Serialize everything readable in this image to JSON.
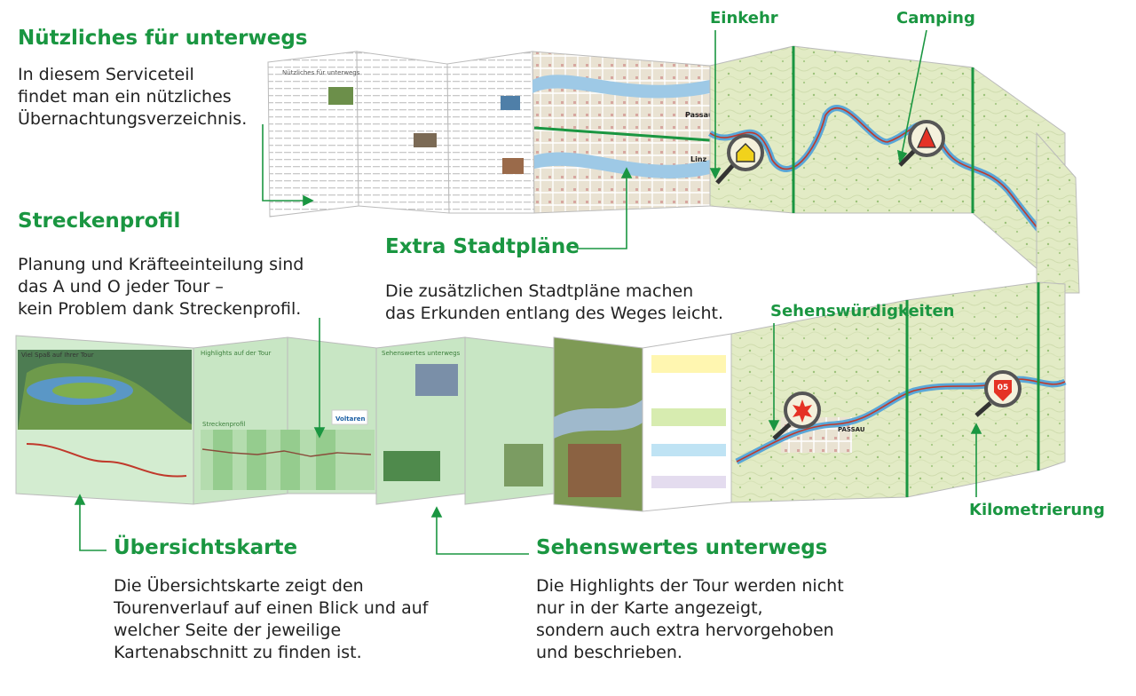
{
  "callouts": {
    "nuetzliches": {
      "title": "Nützliches für unterwegs",
      "lines": [
        "In diesem Serviceteil",
        "findet man ein nützliches",
        "Übernachtungsverzeichnis."
      ]
    },
    "streckenprofil": {
      "title": "Streckenprofil",
      "lines": [
        "Planung und Kräfteeinteilung sind",
        "das A und O jeder Tour –",
        "kein Problem dank Streckenprofil."
      ]
    },
    "stadtplaene": {
      "title": "Extra Stadtpläne",
      "lines": [
        "Die zusätzlichen Stadtpläne machen",
        "das Erkunden entlang des Weges leicht."
      ]
    },
    "uebersichtskarte": {
      "title": "Übersichtskarte",
      "lines": [
        "Die Übersichtskarte zeigt den",
        "Tourenverlauf auf einen Blick und auf",
        "welcher Seite der jeweilige",
        "Kartenabschnitt zu finden ist."
      ]
    },
    "sehenswertes": {
      "title": "Sehenswertes unterwegs",
      "lines": [
        "Die Highlights der Tour werden nicht",
        "nur in der Karte angezeigt,",
        "sondern auch extra hervorgehoben",
        "und beschrieben."
      ]
    }
  },
  "map_labels": {
    "einkehr": "Einkehr",
    "camping": "Camping",
    "sehenswuerdigkeiten": "Sehenswürdigkeiten",
    "kilometrierung": "Kilometrierung",
    "km_marker": "05",
    "passau": "Passau",
    "linz": "Linz",
    "passau_small": "PASSAU"
  },
  "brochure_texts": {
    "service_page_title": "Nützliches für unterwegs",
    "overview_title": "Viel Spaß auf Ihrer Tour",
    "highlights_title": "Highlights auf der Tour",
    "profile_title": "Streckenprofil",
    "sights_title": "Sehenswertes unterwegs",
    "sponsor": "Voltaren"
  },
  "colors": {
    "accent": "#1a9641",
    "page_green": "#c8e6c4",
    "river": "#5aa7d8",
    "route": "#c0392b",
    "map_bg": "#e4edc9"
  }
}
